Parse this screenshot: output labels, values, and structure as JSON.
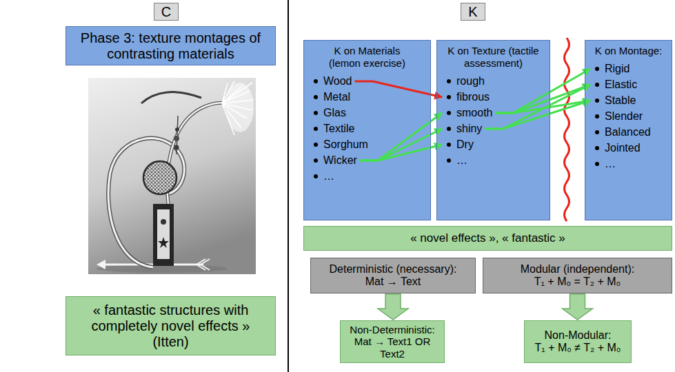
{
  "diagram": {
    "nodes": [
      {
        "text": [
          "C"
        ]
      },
      {
        "text": [
          "Phase 3: texture montages of contrasting materials"
        ]
      },
      {
        "text": [
          "« fantastic structures with completely novel effects » (Itten)"
        ]
      },
      {
        "text": [
          "K"
        ]
      },
      {
        "text": [
          "K on Materials (lemon exercise)"
        ]
      },
      {
        "text": [
          "Wood"
        ],
        "in": 4
      },
      {
        "text": [
          "Metal"
        ],
        "in": 4
      },
      {
        "text": [
          "Glas"
        ],
        "in": 4
      },
      {
        "text": [
          "Textile"
        ],
        "in": 4
      },
      {
        "text": [
          "Sorghum"
        ],
        "in": 4
      },
      {
        "text": [
          "Wicker"
        ],
        "in": 4
      },
      {
        "text": [
          "…"
        ],
        "in": 4
      },
      {
        "text": [
          "K on Texture (tactile assessment)"
        ]
      },
      {
        "text": [
          "rough"
        ],
        "in": 12
      },
      {
        "text": [
          "fibrous"
        ],
        "in": 12
      },
      {
        "text": [
          "smooth"
        ],
        "in": 12
      },
      {
        "text": [
          "shiny"
        ],
        "in": 12
      },
      {
        "text": [
          "Dry"
        ],
        "in": 12
      },
      {
        "text": [
          "…"
        ],
        "in": 12
      },
      {
        "text": [
          "K on Montage:"
        ]
      },
      {
        "text": [
          "Rigid"
        ],
        "in": 19
      },
      {
        "text": [
          "Elastic"
        ],
        "in": 19
      },
      {
        "text": [
          "Stable"
        ],
        "in": 19
      },
      {
        "text": [
          "Slender"
        ],
        "in": 19
      },
      {
        "text": [
          "Balanced"
        ],
        "in": 19
      },
      {
        "text": [
          "Jointed"
        ],
        "in": 19
      },
      {
        "text": [
          "…"
        ],
        "in": 19
      },
      {
        "text": [
          "« novel effects », « fantastic »"
        ]
      },
      {
        "text": [
          "Deterministic (necessary):",
          "Mat → Text"
        ]
      },
      {
        "text": [
          "Modular (independent):",
          "T₁ + M₀ = T₂ + M₀"
        ]
      },
      {
        "text": [
          "Non-Deterministic:",
          "Mat → Text1 OR Text2"
        ]
      },
      {
        "text": [
          "Non-Modular:",
          "T₁ + M₀ ≠ T₂ + M₀"
        ]
      }
    ],
    "edges": [
      {
        "from": 5,
        "to": 14,
        "arrow": "to"
      },
      {
        "from": 10,
        "to": 15,
        "arrow": "to"
      },
      {
        "from": 10,
        "to": 16,
        "arrow": "to"
      },
      {
        "from": 10,
        "to": 17,
        "arrow": "to"
      },
      {
        "from": 15,
        "to": 20,
        "arrow": "to"
      },
      {
        "from": 15,
        "to": 21,
        "arrow": "to"
      },
      {
        "from": 15,
        "to": 22,
        "arrow": "to"
      },
      {
        "from": 16,
        "to": 21,
        "arrow": "to"
      },
      {
        "from": 16,
        "to": 22,
        "arrow": "to"
      },
      {
        "from": 28,
        "to": 30,
        "arrow": "to"
      },
      {
        "from": 29,
        "to": 31,
        "arrow": "to"
      }
    ]
  }
}
